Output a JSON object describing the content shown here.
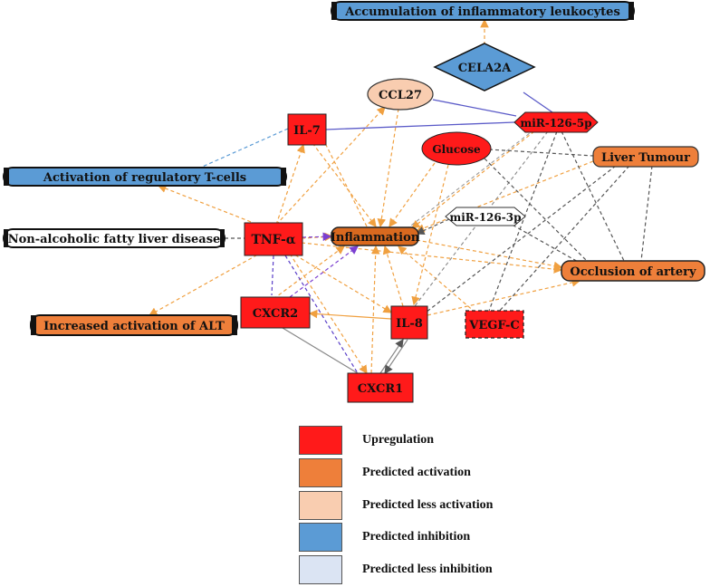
{
  "nodes": {
    "accumulation": "Accumulation of inflammatory leukocytes",
    "cela2a": "CELA2A",
    "ccl27": "CCL27",
    "il7": "IL-7",
    "mir126_5p": "miR-126-5p",
    "glucose": "Glucose",
    "liver_tumour": "Liver Tumour",
    "treg": "Activation of regulatory T-cells",
    "mir126_3p": "miR-126-3p",
    "nafld": "Non-alcoholic fatty liver disease",
    "tnf": "TNF-α",
    "inflammation": "Inflammation",
    "occlusion": "Occlusion of artery",
    "alt": "Increased activation of ALT",
    "cxcr2": "CXCR2",
    "il8": "IL-8",
    "vegfc": "VEGF-C",
    "cxcr1": "CXCR1"
  },
  "legend": [
    {
      "label": "Upregulation",
      "color": "#ff1a1a"
    },
    {
      "label": "Predicted activation",
      "color": "#ee7f3a"
    },
    {
      "label": "Predicted less activation",
      "color": "#f9cdb0"
    },
    {
      "label": "Predicted inhibition",
      "color": "#5b9bd5"
    },
    {
      "label": "Predicted less inhibition",
      "color": "#dbe4f3"
    }
  ],
  "colors": {
    "upregulation": "#ff1a1a",
    "activation": "#ee7f3a",
    "less_activation": "#f9cdb0",
    "inhibition": "#5b9bd5",
    "less_inhibition": "#dbe4f3",
    "edge_orange": "#f0a040",
    "edge_gray": "#555555",
    "edge_blue": "#5b9bd5",
    "edge_purple": "#7b3fd0"
  }
}
